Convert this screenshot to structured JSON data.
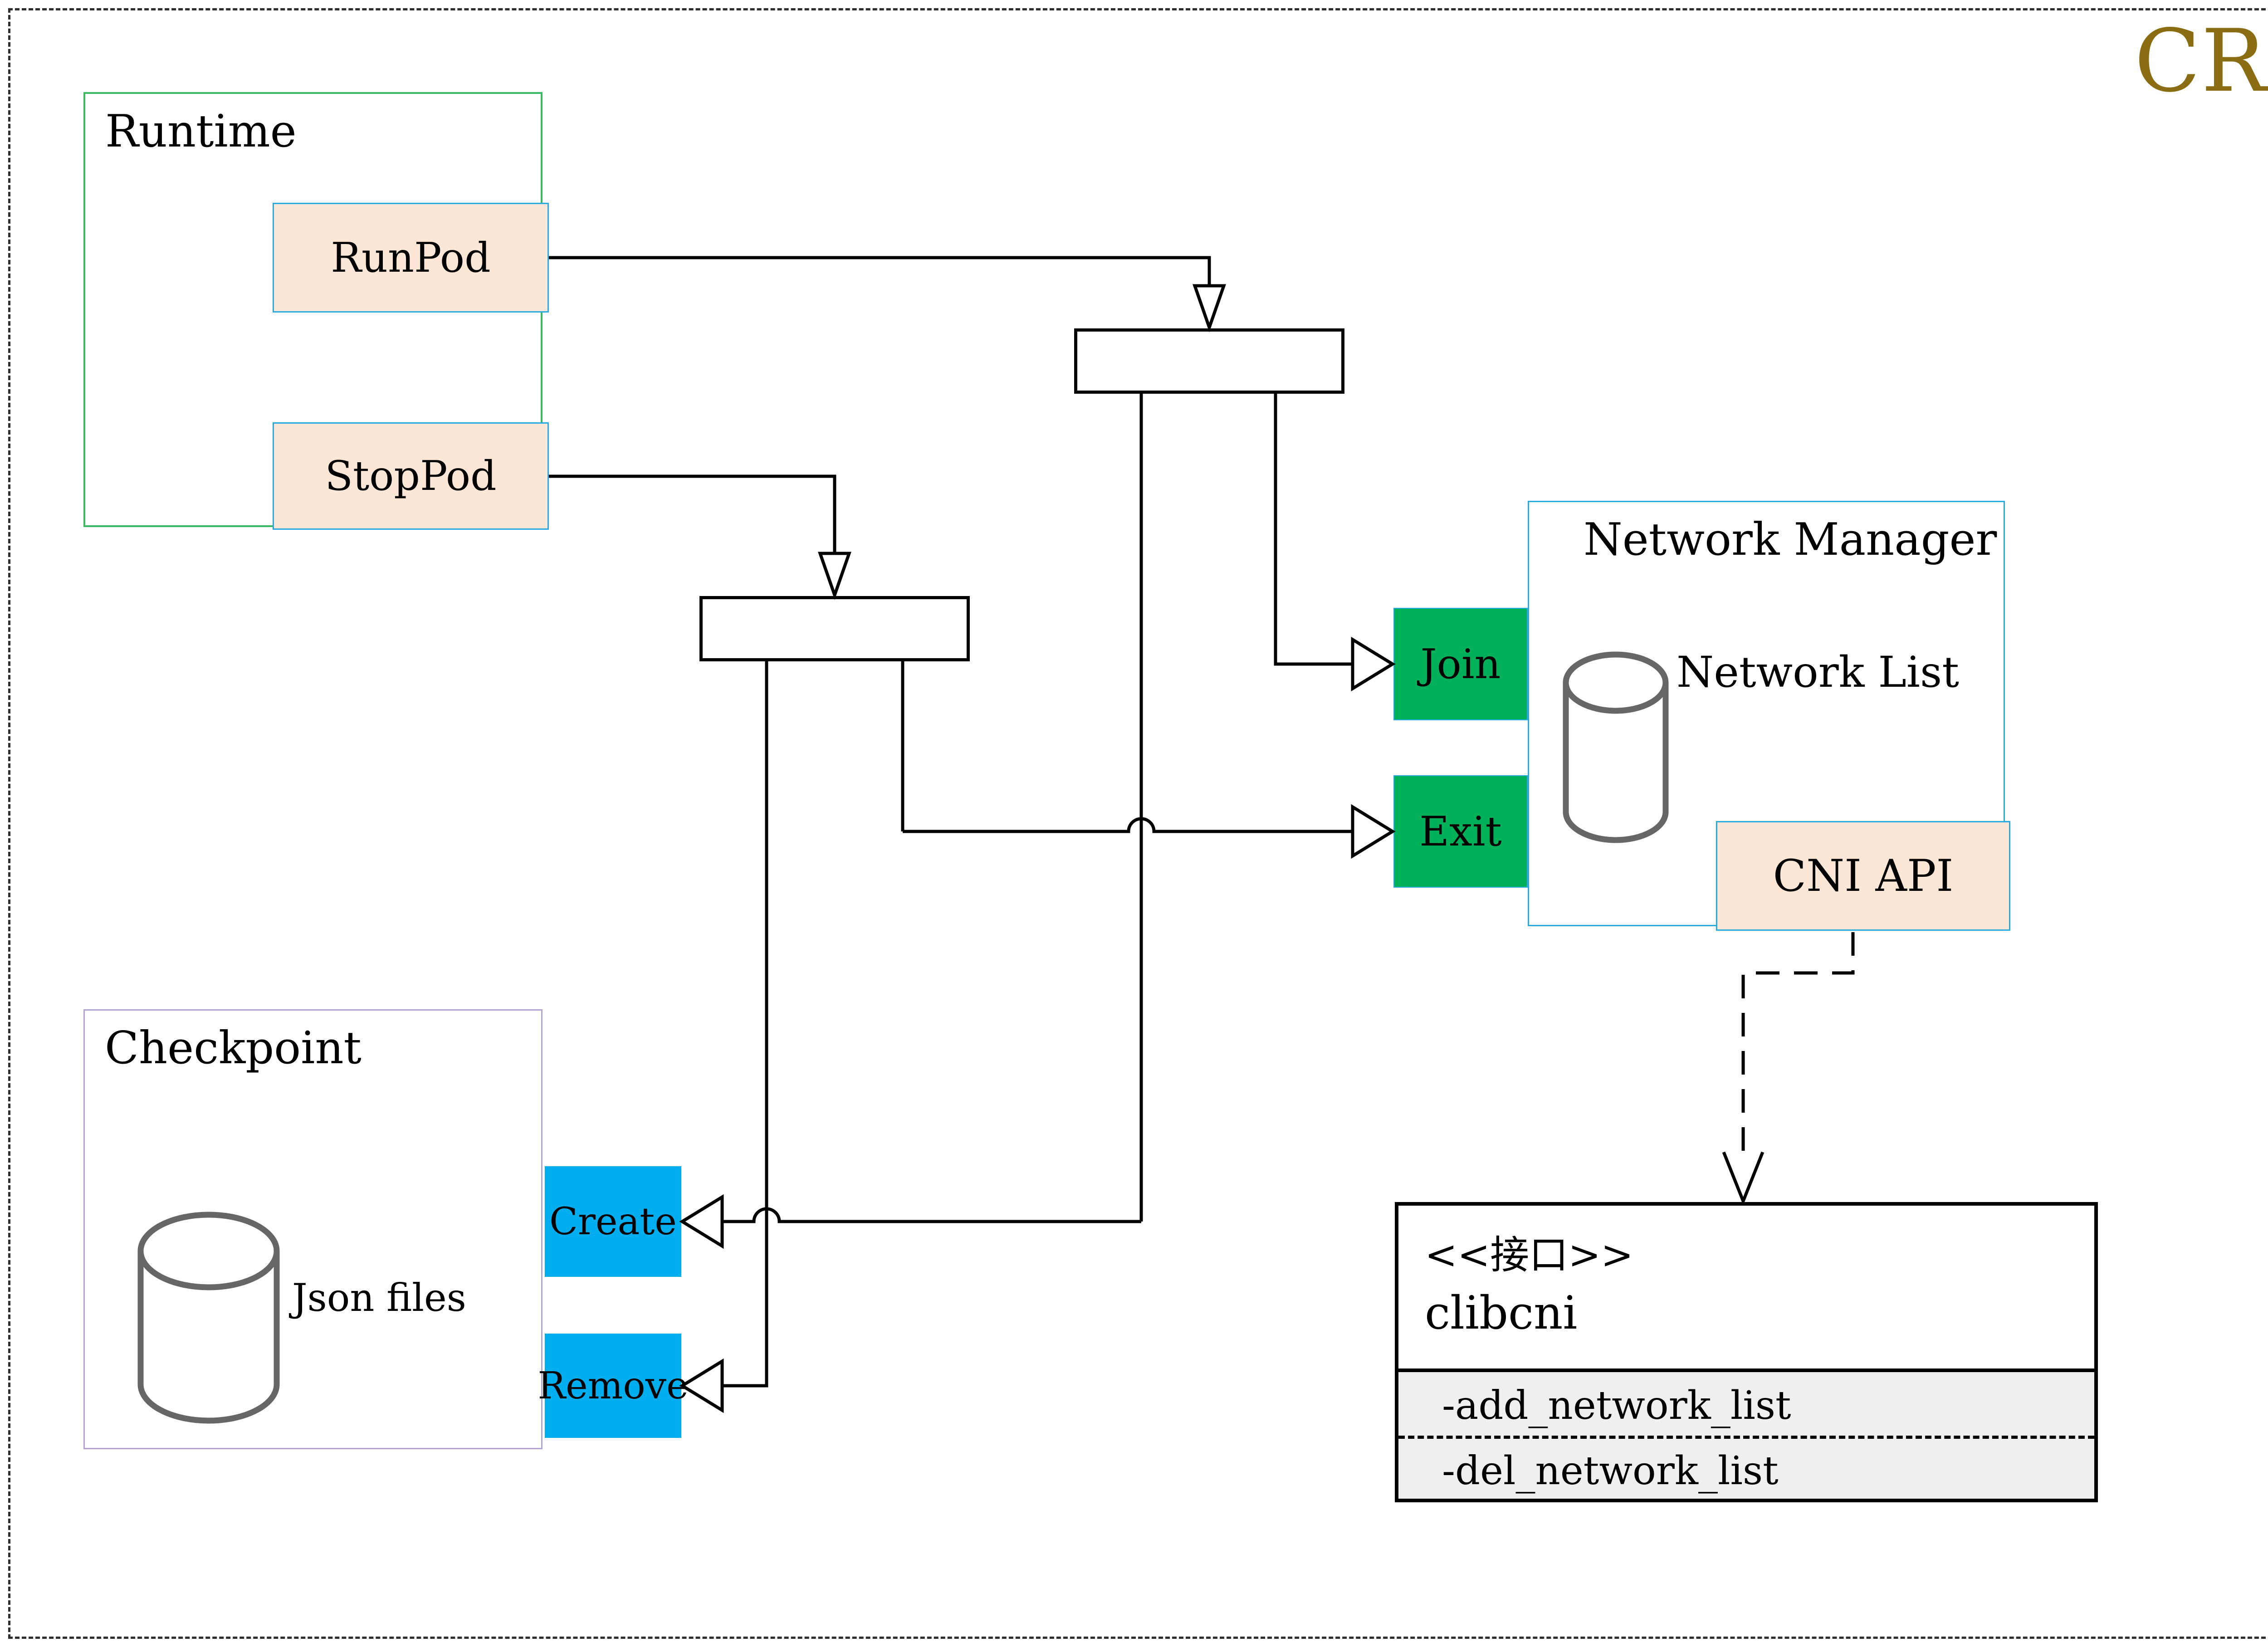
{
  "page": {
    "badge": "CRI",
    "colors": {
      "badge_gold": "#8a6d13",
      "runtime_border_green": "#3cb964",
      "checkpoint_border_purple": "#b3a2d8",
      "component_border_cyan": "#29abe2",
      "port_green": "#00b159",
      "port_blue": "#00aeef",
      "button_peach": "#fce6d5",
      "class_section_gray": "#efefef"
    }
  },
  "runtime": {
    "label": "Runtime",
    "buttons": [
      {
        "label": "RunPod"
      },
      {
        "label": "StopPod"
      }
    ]
  },
  "checkpoint": {
    "label": "Checkpoint",
    "db_label": "Json files",
    "db_icon": "database-cylinder-icon",
    "ports": [
      {
        "label": "Create"
      },
      {
        "label": "Remove"
      }
    ]
  },
  "network_manager": {
    "label": "Network Manager",
    "db_label": "Network List",
    "db_icon": "database-cylinder-icon",
    "ports": [
      {
        "label": "Join"
      },
      {
        "label": "Exit"
      }
    ],
    "api_label": "CNI API"
  },
  "clibcni": {
    "stereotype": "<<接口>>",
    "name": "clibcni",
    "methods": [
      "-add_network_list",
      "-del_network_list"
    ]
  }
}
